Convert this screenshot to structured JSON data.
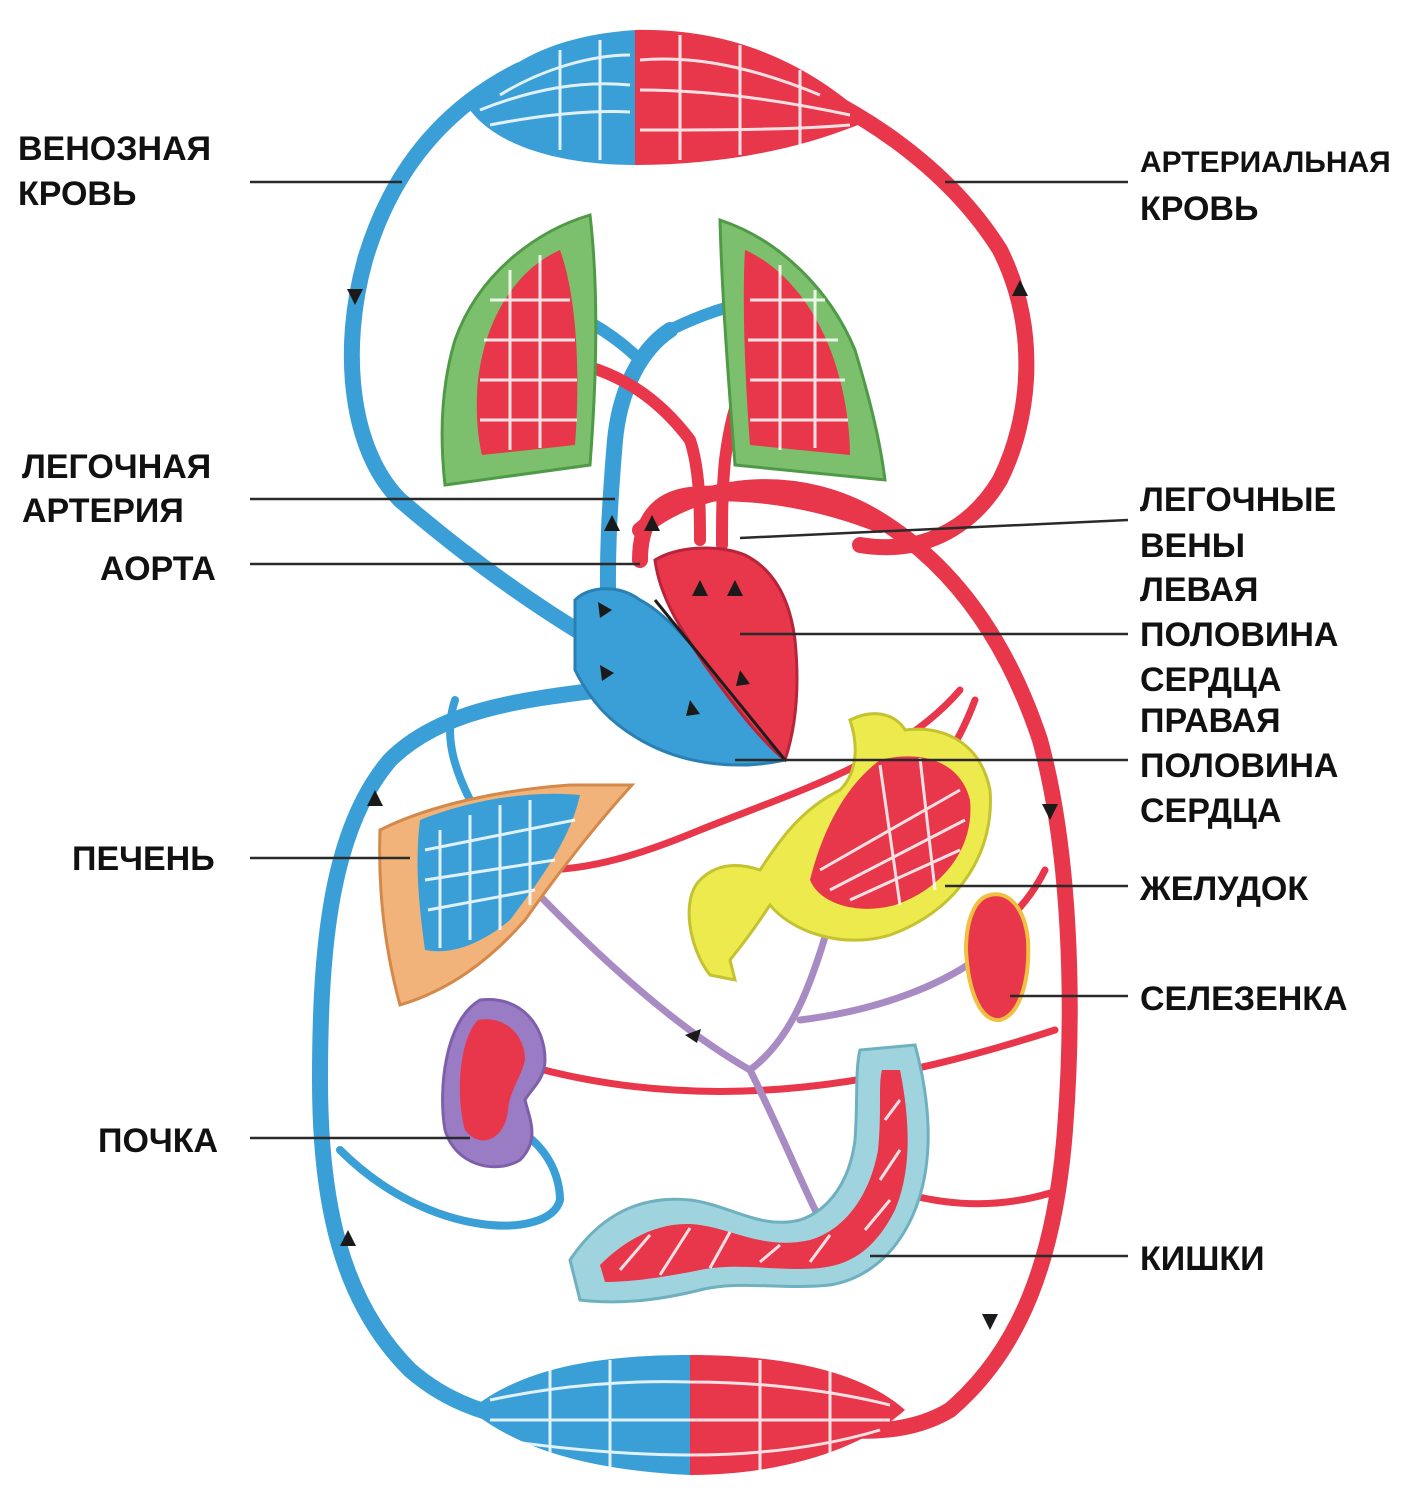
{
  "labels": {
    "venous_blood": [
      "ВЕНОЗНАЯ",
      "КРОВЬ"
    ],
    "arterial_blood": [
      "АРТЕРИАЛЬНАЯ",
      "КРОВЬ"
    ],
    "pulmonary_artery": [
      "ЛЕГОЧНАЯ",
      "АРТЕРИЯ"
    ],
    "aorta": "АОРТА",
    "pulmonary_veins": [
      "ЛЕГОЧНЫЕ",
      "ВЕНЫ"
    ],
    "left_heart": [
      "ЛЕВАЯ",
      "ПОЛОВИНА",
      "СЕРДЦА"
    ],
    "right_heart": [
      "ПРАВАЯ",
      "ПОЛОВИНА",
      "СЕРДЦА"
    ],
    "liver": "ПЕЧЕНЬ",
    "stomach": "ЖЕЛУДОК",
    "spleen": "СЕЛЕЗЕНКА",
    "kidney": "ПОЧКА",
    "intestines": "КИШКИ"
  },
  "colors": {
    "venous": "#3a9fd6",
    "arterial": "#e8364a",
    "portal": "#a98bc4",
    "lung_tissue": "#5fae5a",
    "liver": "#f2b37a",
    "stomach": "#ecea4c",
    "kidney": "#9a7cc4",
    "intestine": "#9fd3de"
  }
}
